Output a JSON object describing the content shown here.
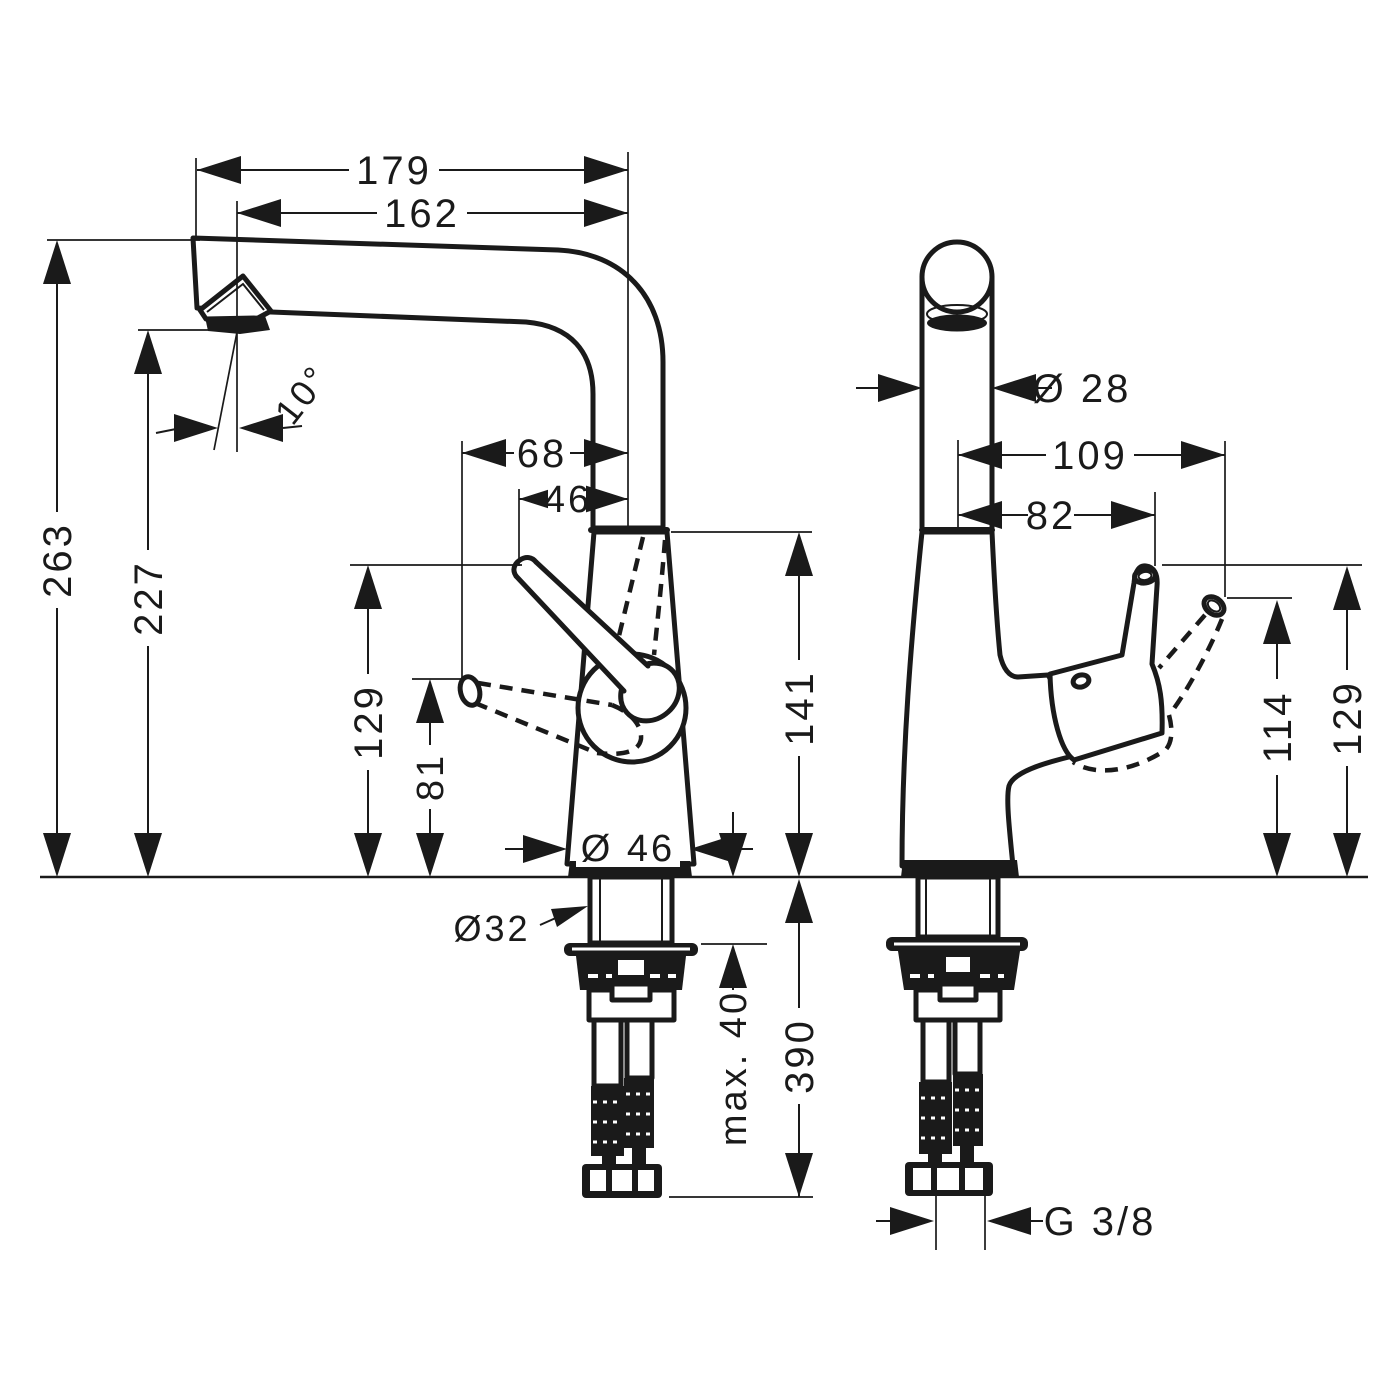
{
  "drawing": {
    "side": {
      "spout_length": "179",
      "spout_reach": "162",
      "spout_angle": "10°",
      "height_total": "263",
      "height_outlet": "227",
      "height_handle_up": "129",
      "height_handle_down": "81",
      "handle_offset_up": "68",
      "handle_offset_down": "46",
      "height_body": "141",
      "base_diameter": "Ø 46",
      "shank_diameter": "Ø32",
      "deck_max_thickness": "max. 40",
      "hose_length": "390"
    },
    "front": {
      "spout_diameter": "Ø 28",
      "handle_reach_down": "109",
      "handle_reach_up": "82",
      "height_handle_down": "114",
      "height_handle_up": "129",
      "connection_thread": "G 3/8"
    }
  }
}
